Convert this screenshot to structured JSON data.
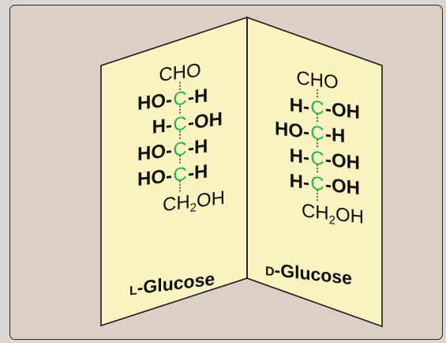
{
  "molecules": [
    {
      "name": "L-Glucose",
      "prefix": "L",
      "suffix": "-Glucose",
      "top": "CHO",
      "bottom_ch": "CH",
      "bottom_sub": "2",
      "bottom_oh": "OH",
      "carbon_symbol": "C",
      "rows": [
        {
          "left": "HO-",
          "right": "-H"
        },
        {
          "left": "H-",
          "right": "-OH"
        },
        {
          "left": "HO-",
          "right": "-H"
        },
        {
          "left": "HO-",
          "right": "-H"
        }
      ]
    },
    {
      "name": "D-Glucose",
      "prefix": "D",
      "suffix": "-Glucose",
      "top": "CHO",
      "bottom_ch": "CH",
      "bottom_sub": "2",
      "bottom_oh": "OH",
      "carbon_symbol": "C",
      "rows": [
        {
          "left": "H-",
          "right": "-OH"
        },
        {
          "left": "HO-",
          "right": "-H"
        },
        {
          "left": "H-",
          "right": "-OH"
        },
        {
          "left": "H-",
          "right": "-OH"
        }
      ]
    }
  ],
  "colors": {
    "panel": "#f9f3c2",
    "carbon": "#2bb24c",
    "background": "#dccfc5"
  }
}
